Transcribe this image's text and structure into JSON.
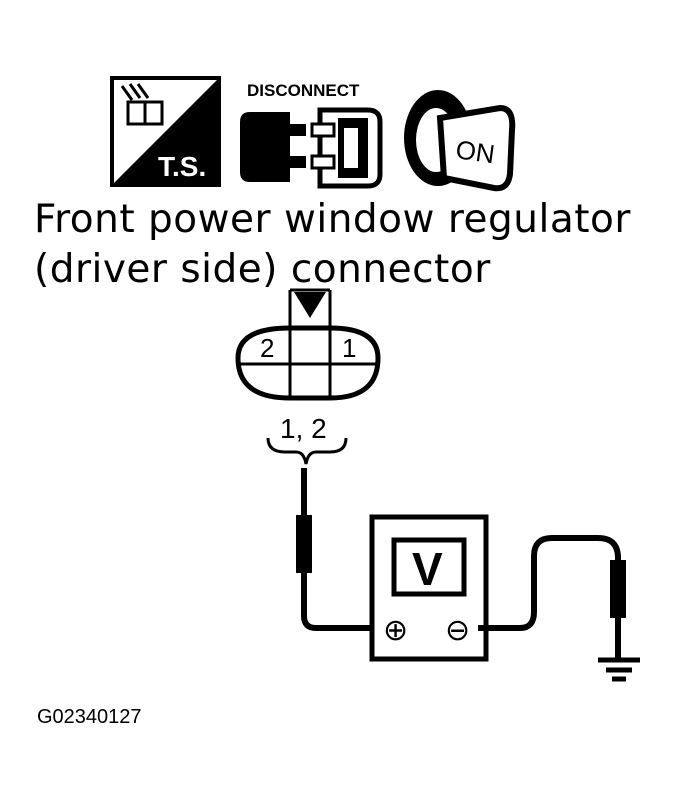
{
  "icons": {
    "ts": {
      "label": "T.S.",
      "icon": "ts-icon"
    },
    "disconnect": {
      "label": "DISCONNECT",
      "icon": "disconnect-icon"
    },
    "ignition": {
      "label": "ON",
      "icon": "ignition-key-icon"
    }
  },
  "title": {
    "line1": "Front power window regulator",
    "line2": "(driver side) connector"
  },
  "connector": {
    "pin_left": "2",
    "pin_right": "1",
    "probe_label": "1, 2"
  },
  "meter": {
    "symbol": "V",
    "plus": "⊕",
    "minus": "⊖"
  },
  "figure_code": "G02340127"
}
